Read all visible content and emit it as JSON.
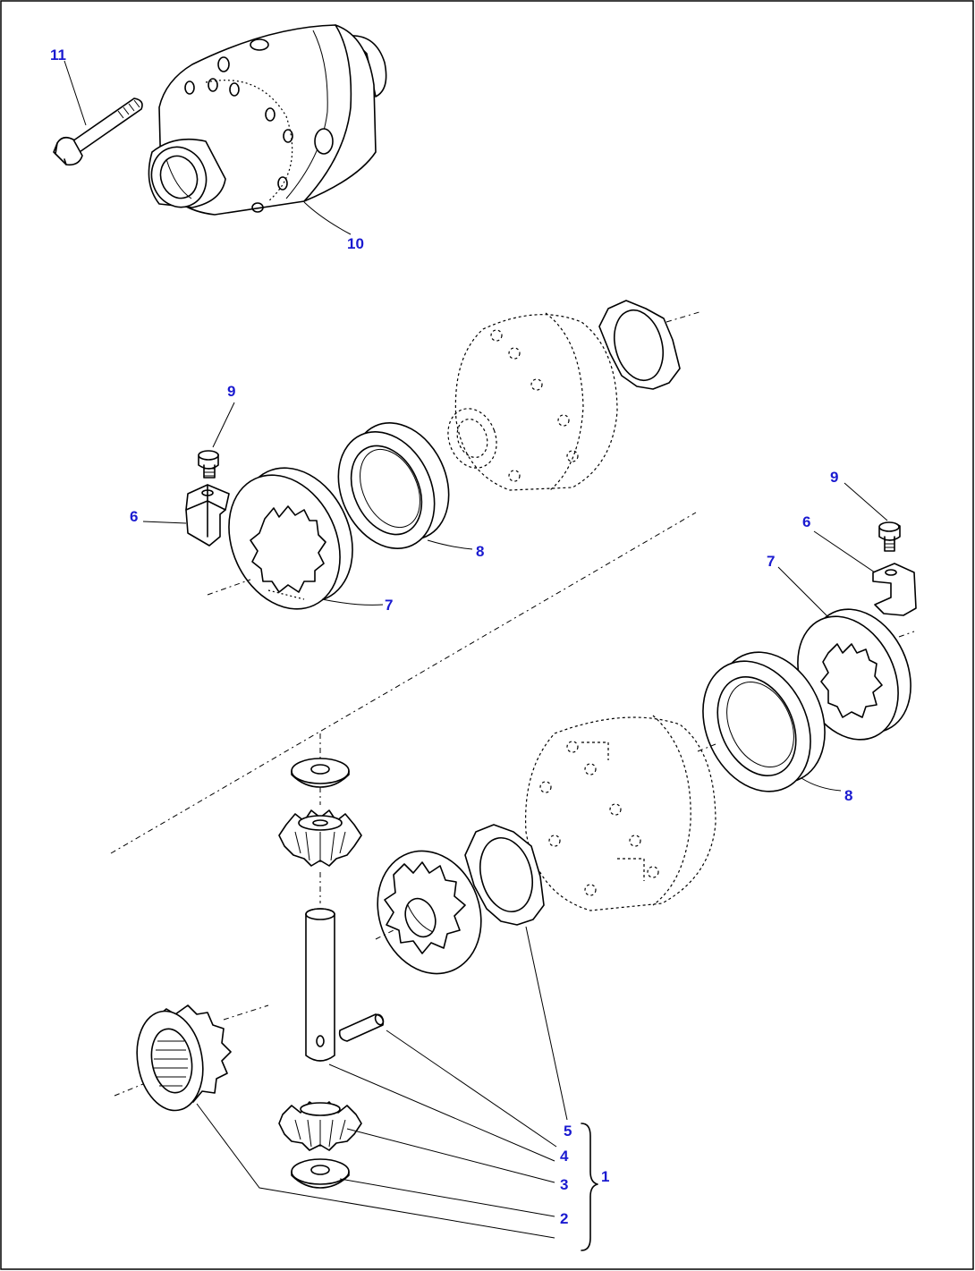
{
  "colors": {
    "callout": "#1a1ad0",
    "line": "#000000",
    "background": "#ffffff"
  },
  "callouts": {
    "c11": "11",
    "c10": "10",
    "c9a": "9",
    "c6a": "6",
    "c8a": "8",
    "c7a": "7",
    "c9b": "9",
    "c6b": "6",
    "c7b": "7",
    "c8b": "8",
    "c5": "5",
    "c4": "4",
    "c3": "3",
    "c2": "2",
    "c1": "1"
  }
}
